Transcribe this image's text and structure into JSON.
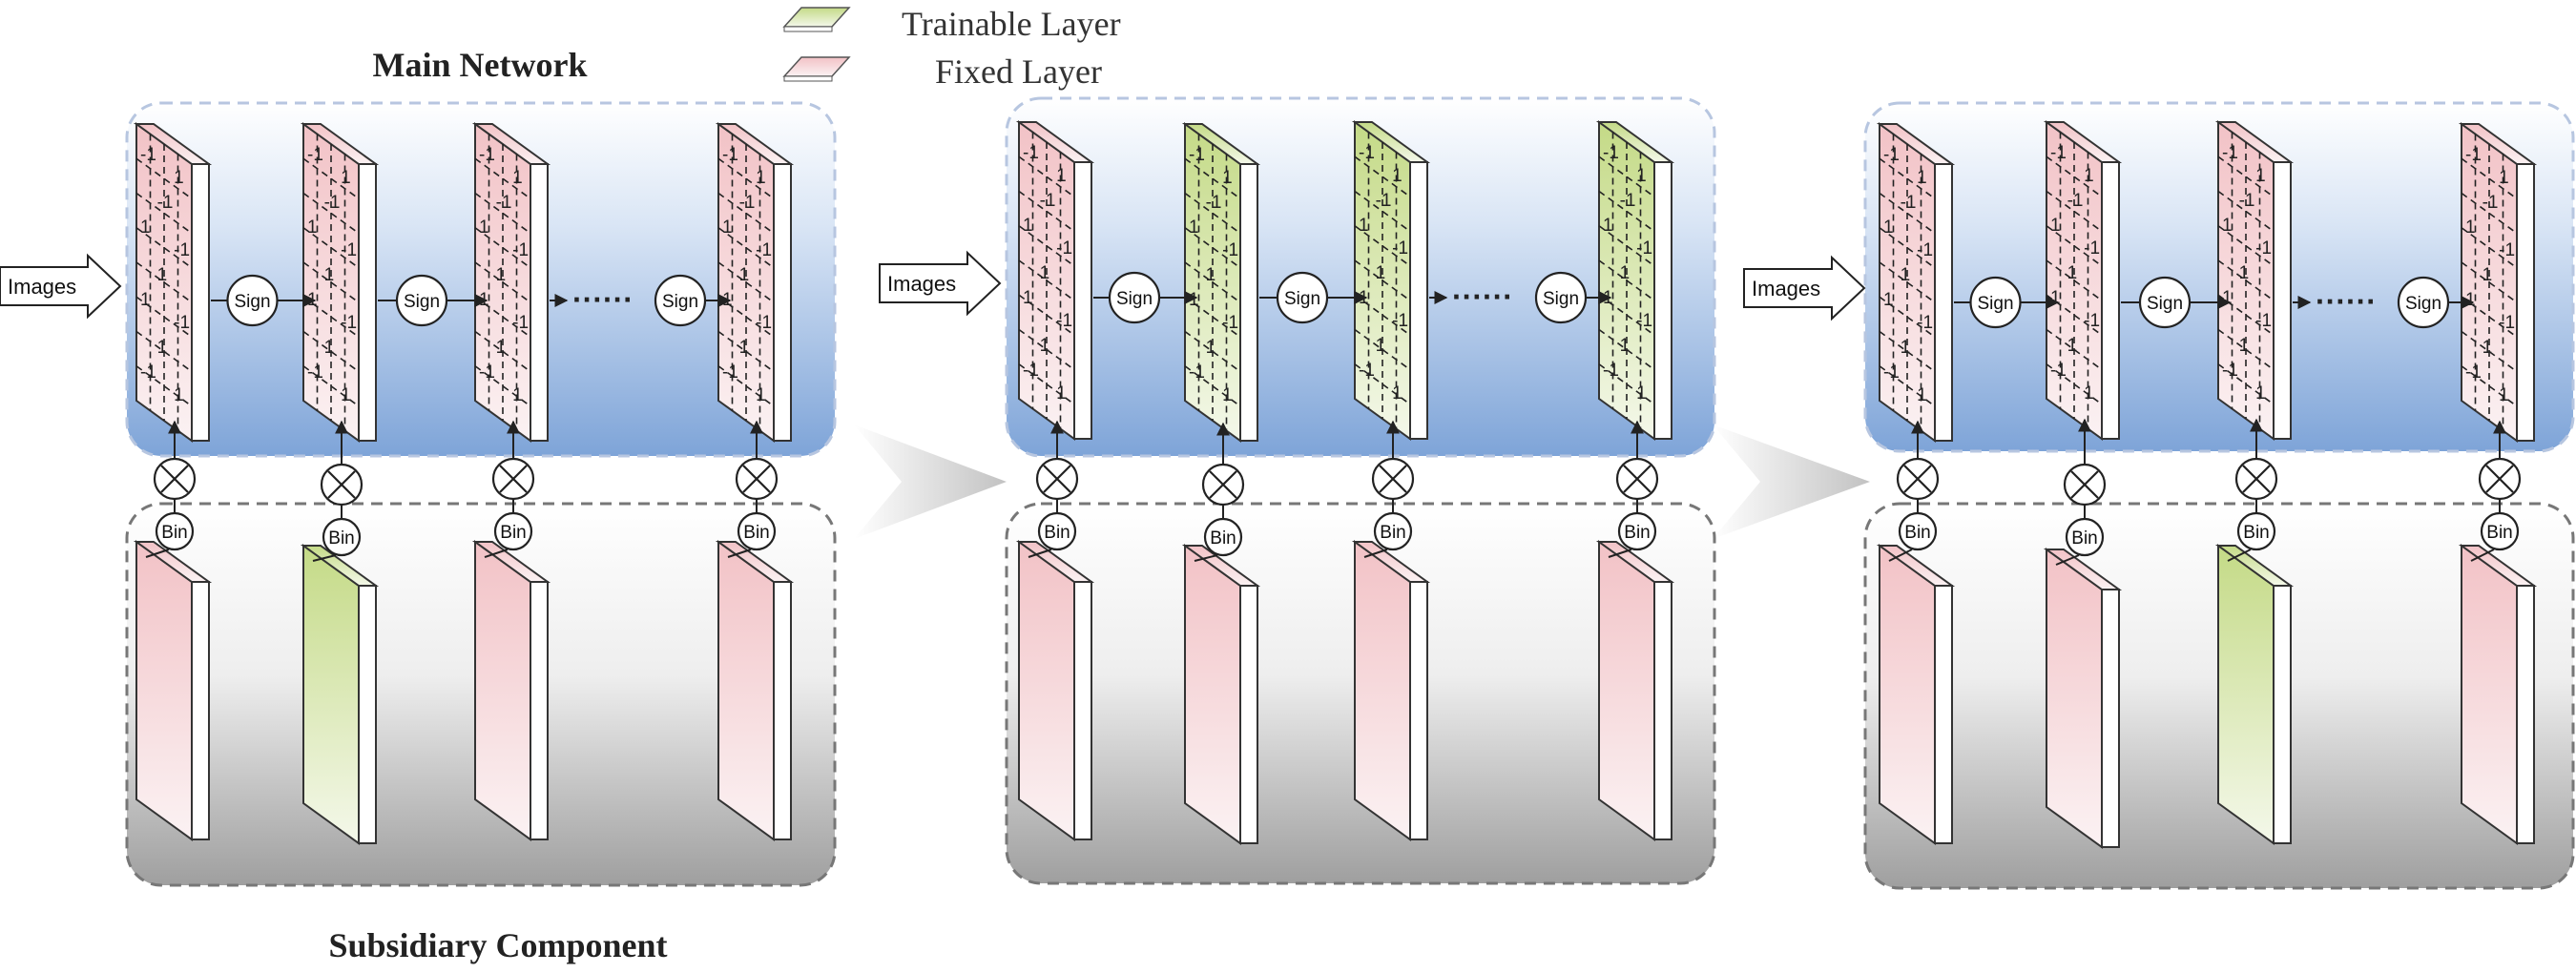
{
  "legend": {
    "trainable_label": "Trainable Layer",
    "fixed_label": "Fixed Layer",
    "trainable_color": "#c8dc8c",
    "fixed_color": "#f2c4c8"
  },
  "main_network_title": "Main Network",
  "subsidiary_title": "Subsidiary Component",
  "input_label": "Images",
  "sign_label": "Sign",
  "bin_label": "Bin",
  "dots": "······",
  "grid_values": [
    "-1",
    "1",
    "-1",
    "1",
    "-1",
    "1",
    "1",
    "-1",
    "1",
    "-1",
    "1",
    "-1",
    "1",
    "1",
    "-1",
    "1",
    "-1",
    "1",
    "1",
    "-1",
    "1",
    "-1",
    "1",
    "-1"
  ],
  "colors": {
    "main_box_top": "#ffffff",
    "main_box_bottom": "#7ea4d8",
    "sub_box_top": "#ffffff",
    "sub_box_bottom": "#a8a8a8",
    "arrow": "#cfcfcf"
  },
  "stages": [
    {
      "main_layers": [
        "fixed",
        "fixed",
        "fixed",
        "fixed"
      ],
      "sub_layers": [
        "fixed",
        "trainable",
        "fixed",
        "fixed"
      ]
    },
    {
      "main_layers": [
        "fixed",
        "trainable",
        "trainable",
        "trainable"
      ],
      "sub_layers": [
        "fixed",
        "fixed",
        "fixed",
        "fixed"
      ]
    },
    {
      "main_layers": [
        "fixed",
        "fixed",
        "fixed",
        "fixed"
      ],
      "sub_layers": [
        "fixed",
        "fixed",
        "trainable",
        "fixed"
      ]
    }
  ]
}
